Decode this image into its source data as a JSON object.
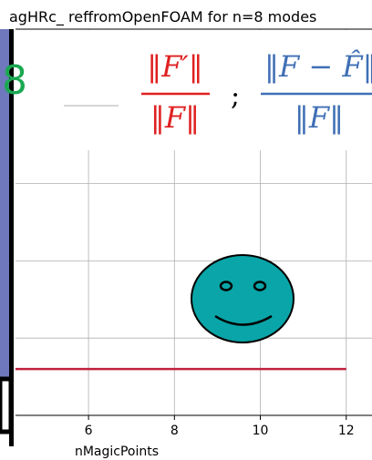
{
  "chart_data": {
    "type": "line",
    "title": "agHRc_ reffromOpenFOAM for n=8 modes",
    "xlabel": "nMagicPoints",
    "ylabel": "",
    "xlim": [
      4.3,
      12.6
    ],
    "ylim": [
      0,
      1
    ],
    "x_ticks": [
      6,
      8,
      10,
      12
    ],
    "x_tick_labels": [
      "6",
      "8",
      "10",
      "12"
    ],
    "grid": true,
    "series": [
      {
        "color": "#c0213f",
        "x": [
          4.3,
          12
        ],
        "y": [
          0.12,
          0.12
        ]
      }
    ],
    "legend_fragment": {
      "number": "8",
      "number_color": "#1aa851",
      "formula_a_numerator": "‖F′‖",
      "formula_a_denominator": "‖F‖",
      "formula_a_color": "#e02020",
      "separator": ";",
      "formula_b_numerator": "‖F − F̂‖",
      "formula_b_denominator": "‖F‖",
      "formula_b_color": "#3f6fb5",
      "sample_line_color": "#c8c8c8"
    },
    "colors": {
      "left_panel": "#6f78bd",
      "smiley_fill": "#0aa5a8",
      "outline": "#000000"
    },
    "icons": [
      "smiley-face-icon"
    ]
  }
}
